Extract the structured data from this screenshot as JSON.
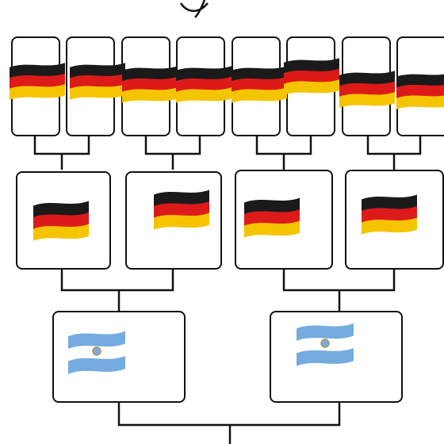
{
  "bracket": {
    "title_fragment": "y",
    "round_of_16": [
      "germany-flag",
      "germany-flag",
      "germany-flag",
      "germany-flag",
      "germany-flag",
      "germany-flag",
      "germany-flag",
      "germany-flag"
    ],
    "quarter_finals": [
      "germany-flag",
      "germany-flag",
      "germany-flag",
      "germany-flag"
    ],
    "semi_finals": [
      "argentina-flag",
      "argentina-flag"
    ]
  },
  "colors": {
    "germany": [
      "#1a1a1a",
      "#dd1a1a",
      "#f5c400"
    ],
    "argentina": [
      "#74acdf",
      "#ffffff",
      "#f6b40e"
    ],
    "line": "#111111"
  }
}
